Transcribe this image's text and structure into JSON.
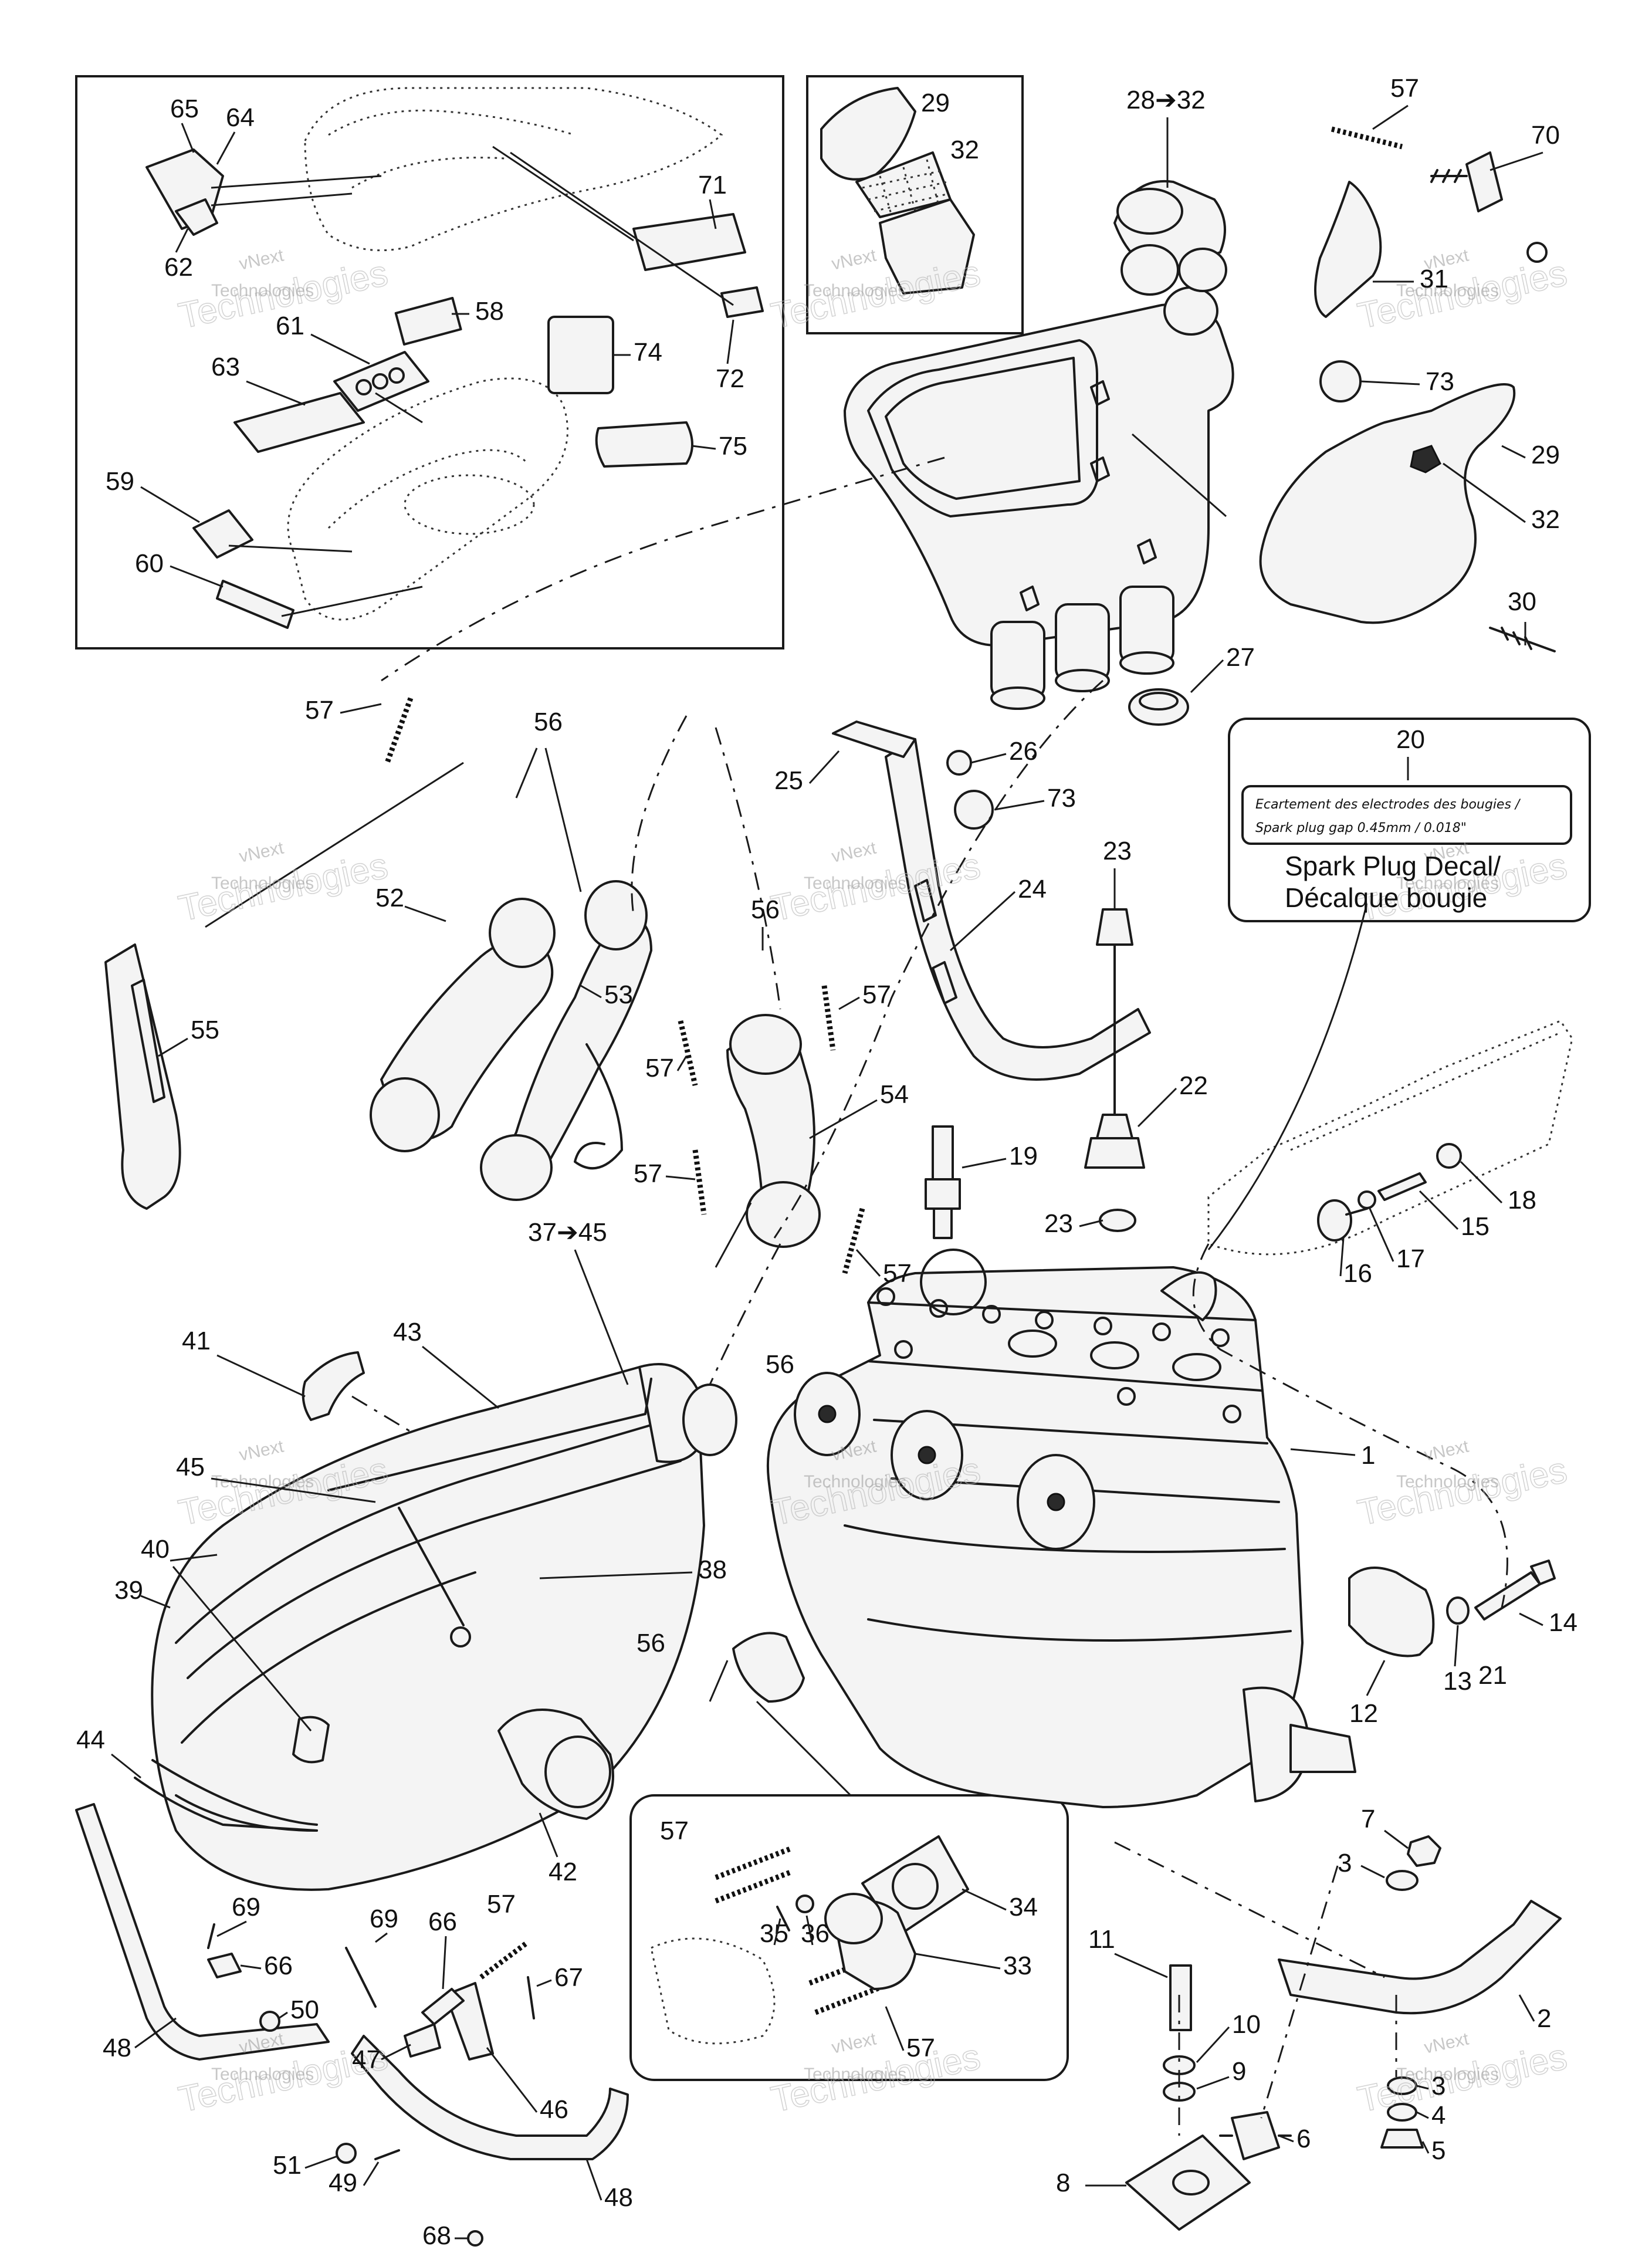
{
  "watermark": {
    "line1": "vNext",
    "line2": "Technologies",
    "big": "Technologies"
  },
  "decal": {
    "number": "20",
    "fr_line": "Ecartement des electrodes des bougies /",
    "en_line": "Spark plug gap     0.45mm / 0.018\"",
    "title_en": "Spark Plug Decal/",
    "title_fr": "Décalque bougie"
  },
  "callouts": {
    "c1": "1",
    "c2": "2",
    "c3a": "3",
    "c3b": "3",
    "c4": "4",
    "c5": "5",
    "c6": "6",
    "c7": "7",
    "c8": "8",
    "c9": "9",
    "c10": "10",
    "c11": "11",
    "c12": "12",
    "c13": "13",
    "c14": "14",
    "c15": "15",
    "c16": "16",
    "c17": "17",
    "c18": "18",
    "c19": "19",
    "c21": "21",
    "c22": "22",
    "c23a": "23",
    "c23b": "23",
    "c24": "24",
    "c25": "25",
    "c26": "26",
    "c27": "27",
    "c28_32": "28➔32",
    "c29a": "29",
    "c29b": "29",
    "c30": "30",
    "c31": "31",
    "c32a": "32",
    "c32b": "32",
    "c33": "33",
    "c34": "34",
    "c35": "35",
    "c36": "36",
    "c37_45": "37➔45",
    "c38": "38",
    "c39": "39",
    "c40": "40",
    "c41": "41",
    "c42": "42",
    "c43": "43",
    "c44": "44",
    "c45": "45",
    "c46": "46",
    "c47": "47",
    "c48a": "48",
    "c48b": "48",
    "c49": "49",
    "c50": "50",
    "c51": "51",
    "c52": "52",
    "c53": "53",
    "c54": "54",
    "c55": "55",
    "c56a": "56",
    "c56b": "56",
    "c56c": "56",
    "c56d": "56",
    "c57a": "57",
    "c57b": "57",
    "c57c": "57",
    "c57d": "57",
    "c57e": "57",
    "c57f": "57",
    "c57g": "57",
    "c57h": "57",
    "c57i": "57",
    "c58": "58",
    "c59": "59",
    "c60": "60",
    "c61": "61",
    "c62": "62",
    "c63": "63",
    "c64": "64",
    "c65": "65",
    "c66a": "66",
    "c66b": "66",
    "c67": "67",
    "c68": "68",
    "c69a": "69",
    "c69b": "69",
    "c70": "70",
    "c71": "71",
    "c72": "72",
    "c73a": "73",
    "c73b": "73",
    "c74": "74",
    "c75": "75"
  }
}
